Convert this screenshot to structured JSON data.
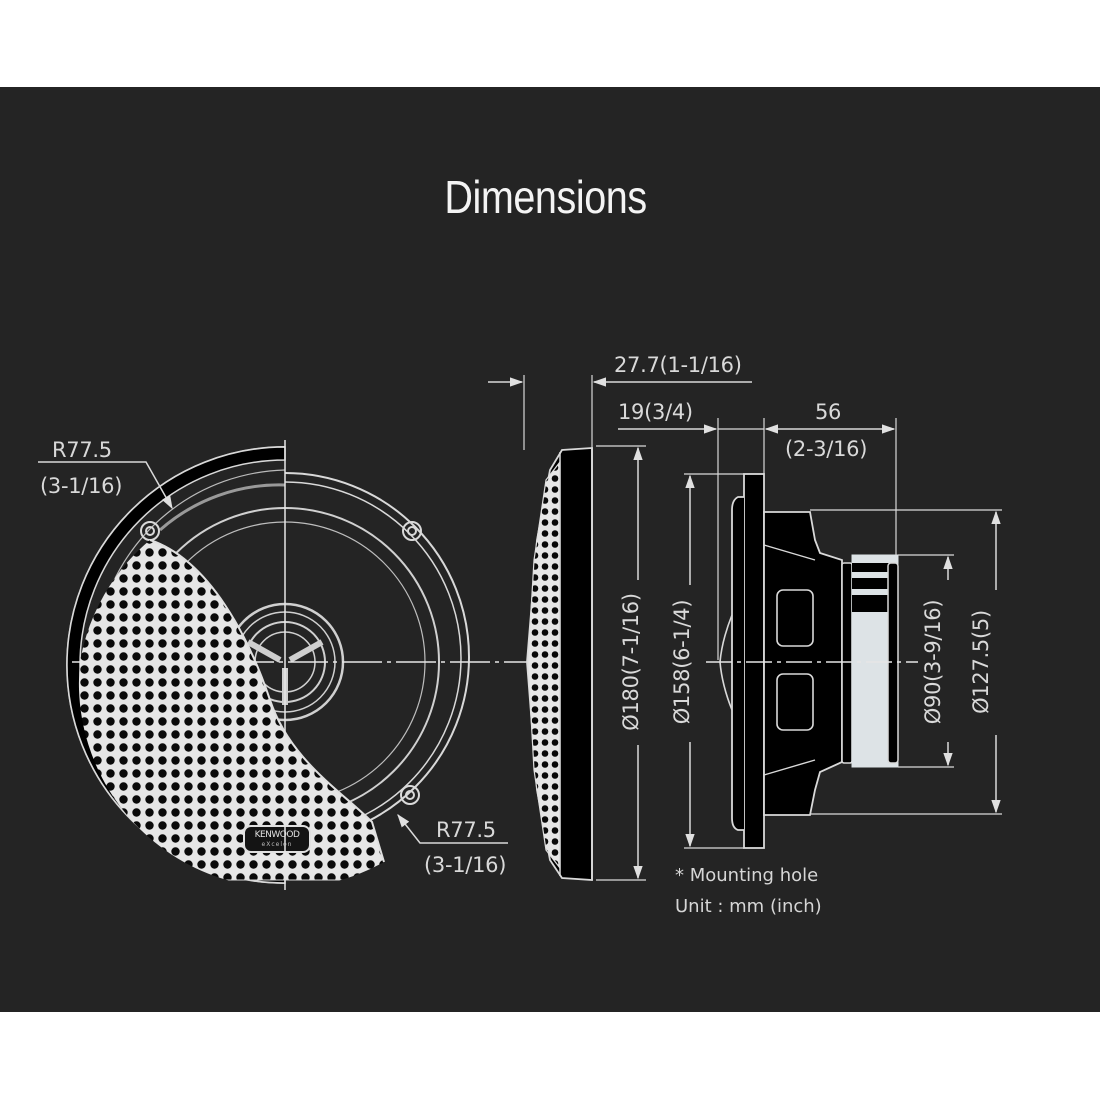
{
  "title": "Dimensions",
  "colors": {
    "background_outer": "#ffffff",
    "panel": "#242424",
    "line": "#d9d9d9",
    "text": "#d9d9d9"
  },
  "front_view": {
    "brand_badge": "KENWOOD",
    "brand_badge_sub": "eXcelon",
    "radius_top": {
      "value": "R77.5",
      "inch": "(3-1/16)"
    },
    "radius_bottom": {
      "value": "R77.5",
      "inch": "(3-1/16)"
    }
  },
  "grille_side_view": {
    "depth": "27.7(1-1/16)",
    "diameter": "Ø180(7-1/16)"
  },
  "driver_side_view": {
    "mounting_depth": "19(3/4)",
    "depth_value": "56",
    "depth_inch": "(2-3/16)",
    "frame_diameter": "Ø158(6-1/4)",
    "magnet_diameter": "Ø90(3-9/16)",
    "mounting_hole_diameter": "Ø127.5(5)"
  },
  "notes": {
    "mounting_hole": "* Mounting hole",
    "unit": "Unit : mm (inch)"
  }
}
